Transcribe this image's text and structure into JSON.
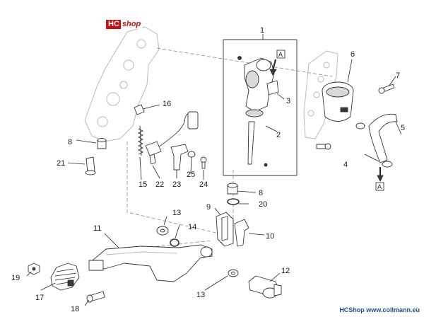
{
  "logo": {
    "hc": "HC",
    "shop": "shop",
    "color": "#c4121b"
  },
  "callouts": {
    "p1": "1",
    "p2": "2",
    "p3": "3",
    "p4": "4",
    "p5": "5",
    "p6": "6",
    "p7": "7",
    "p8a": "8",
    "p8b": "8",
    "p9": "9",
    "p10": "10",
    "p11": "11",
    "p12": "12",
    "p13a": "13",
    "p13b": "13",
    "p14": "14",
    "p15": "15",
    "p16": "16",
    "p17": "17",
    "p18": "18",
    "p19": "19",
    "p20": "20",
    "p21": "21",
    "p22": "22",
    "p23": "23",
    "p24": "24",
    "p25": "25"
  },
  "reference_markers": {
    "top": "A",
    "bottom": "A"
  },
  "footer": "HCShop www.collmann.eu",
  "footer_color": "#1f4f8a"
}
